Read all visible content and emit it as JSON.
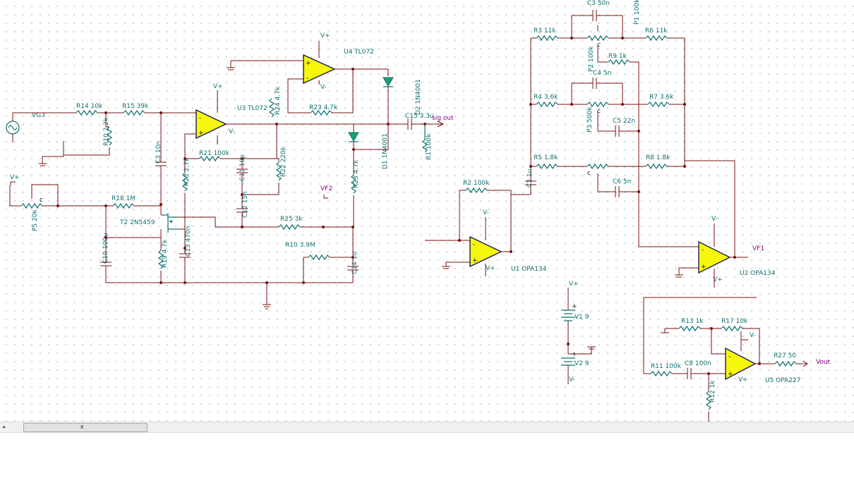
{
  "labels": {
    "vg3": "VG3",
    "r14": "R14 10k",
    "r15": "R15 39k",
    "r10": "R10 2.2k",
    "vplus_pot": "V+",
    "p5": "P5 20k",
    "r18": "R18 1M",
    "t2": "T2 2N5459",
    "c10": "C10 100u",
    "r19": "R19 4.7k",
    "c13": "C13 470n",
    "r23a": "R23 2.7k",
    "c3": "C3 10n",
    "r21": "R21 100k",
    "c11": "C11 10p",
    "c12": "C12 15n",
    "r22": "R22 220k",
    "r25": "R25 3k",
    "r10b": "R10 3.9M",
    "c14": "C14 1u",
    "u3": "U3 TL072",
    "r24": "R24 4.7k",
    "u4": "U4 TL072",
    "r23b": "R23 4.7k",
    "vf2": "VF2",
    "r23c": "R23 4.7k",
    "d1": "D1 1N4001",
    "d2": "D2 1N4001",
    "c15": "C15 3.3u",
    "sigout": "sig out",
    "r1": "R1 100k",
    "r2": "R2 100k",
    "c2": "C2 1u",
    "u1": "U1 OPA134",
    "r3": "R3 11k",
    "c3b": "C3 50n",
    "p1": "P1 100k",
    "r6": "R6 11k",
    "r9": "R9 1k",
    "p2": "P2 100k",
    "c4": "C4 5n",
    "r4": "R4 3.6k",
    "r7": "R7 3.6k",
    "p3": "P3 500k",
    "c5": "C5 22n",
    "r5": "R5 1.8k",
    "r8": "R8 1.8k",
    "c6": "C6 5n",
    "vf1": "VF1",
    "u2": "U2 OPA134",
    "v1": "V1 9",
    "v2": "V2 9",
    "r13": "R13 1k",
    "r17": "R17 10k",
    "r11": "R11 100k",
    "c8": "C8 100n",
    "r12": "R12 1k",
    "r27": "R27 50",
    "u5": "U5 OPA227",
    "vout": "Vout",
    "vplus": "V+",
    "vminus": "V-",
    "pot_c": "c"
  },
  "scrollbar": {
    "grip": "III",
    "left_arrow": "◂"
  }
}
